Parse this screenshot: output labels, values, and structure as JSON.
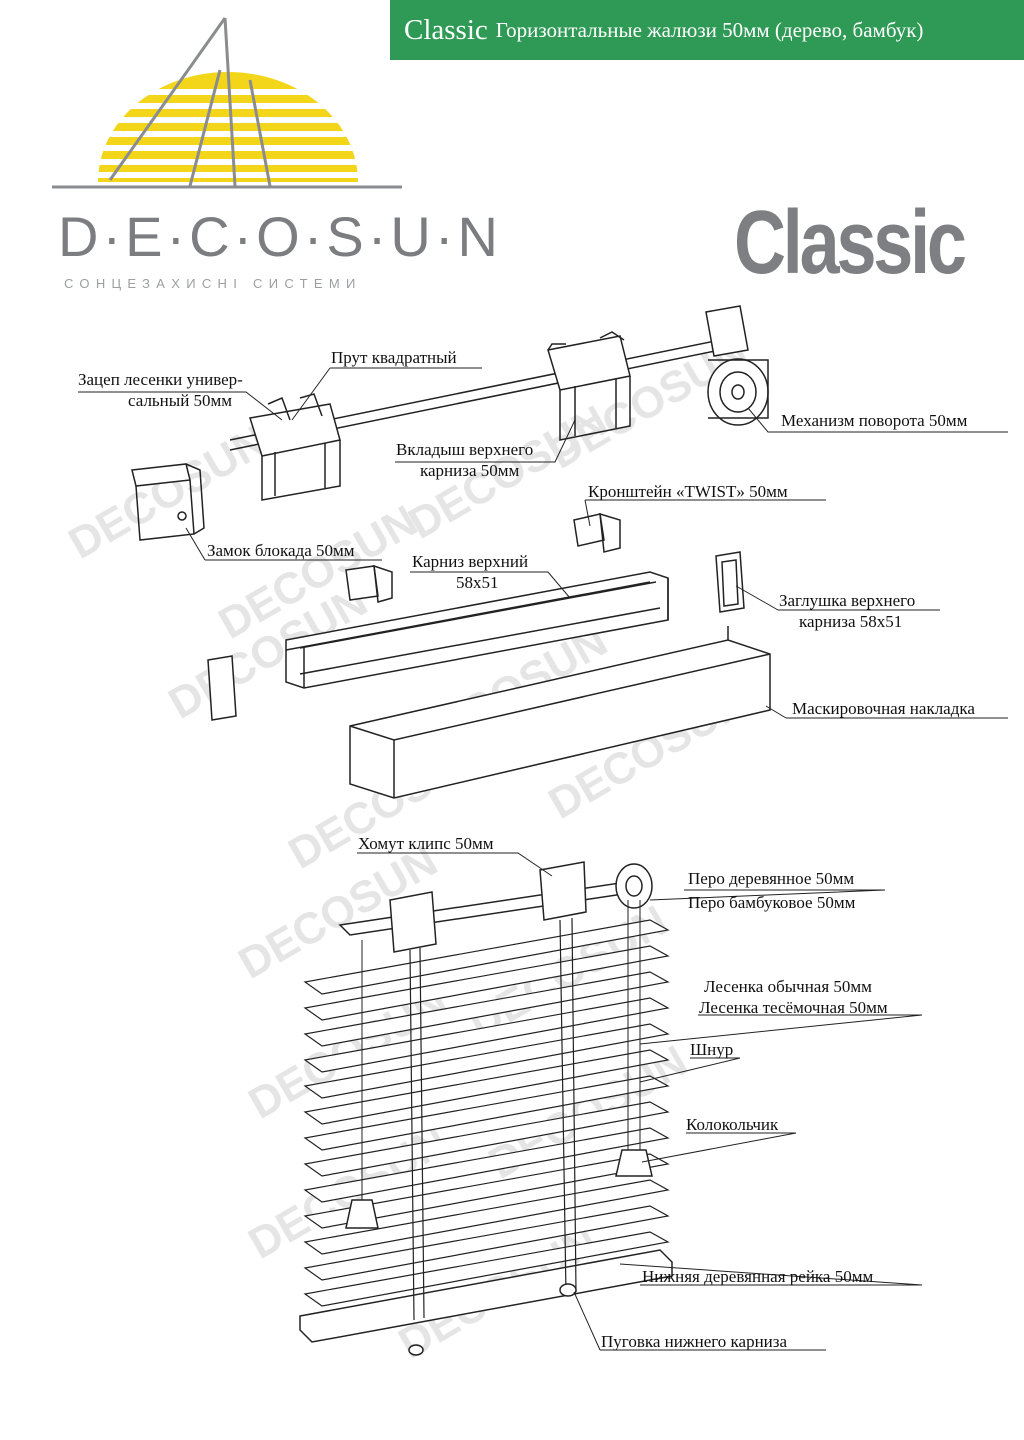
{
  "header": {
    "brand": "Classic",
    "description": "Горизонтальные жалюзи 50мм (дерево, бамбук)",
    "background_color": "#2f9a55"
  },
  "logo": {
    "wordmark": "D·E·C·O·S·U·N",
    "tagline": "СОНЦЕЗАХИСНІ СИСТЕМИ",
    "sun_color": "#f3d61a",
    "text_color": "#7b7d80"
  },
  "product_title": "Classic",
  "watermark": "DECOSUN",
  "labels": {
    "rod": "Прут квадратный",
    "ladder_hook_1": "Зацеп лесенки универ-",
    "ladder_hook_2": "сальный 50мм",
    "tilt_mechanism": "Механизм поворота 50мм",
    "cradle_1": "Вкладыш верхнего",
    "cradle_2": "карниза 50мм",
    "twist_bracket": "Кронштейн «TWIST» 50мм",
    "cord_lock": "Замок блокада 50мм",
    "headrail_1": "Карниз верхний",
    "headrail_2": "58х51",
    "end_cap_1": "Заглушка верхнего",
    "end_cap_2": "карниза 58х51",
    "valance": "Маскировочная накладка",
    "clip": "Хомут клипс 50мм",
    "slat_wood": "Перо деревянное 50мм",
    "slat_bamboo": "Перо бамбуковое 50мм",
    "ladder_plain": "Лесенка обычная 50мм",
    "ladder_tape": "Лесенка тесёмочная 50мм",
    "cord": "Шнур",
    "tassel": "Колокольчик",
    "bottom_rail": "Нижняя деревянная рейка 50мм",
    "bottom_button": "Пуговка нижнего карниза"
  }
}
